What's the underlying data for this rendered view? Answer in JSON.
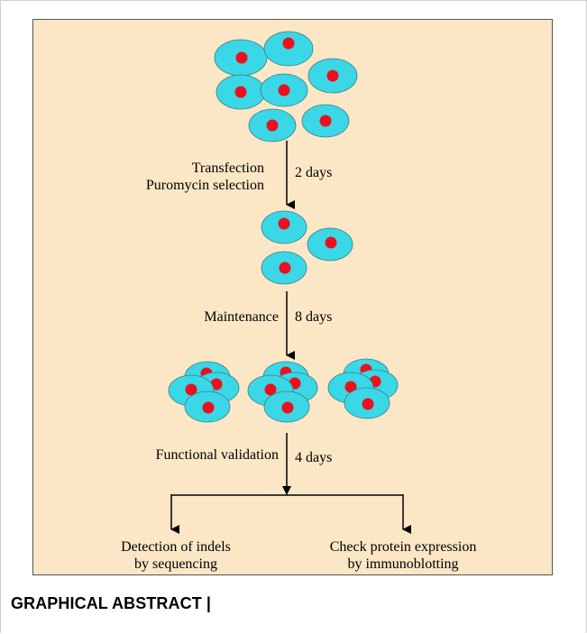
{
  "colors": {
    "panel_background": "#fbe6c6",
    "cell_fill": "#3ad7e6",
    "nucleus_fill": "#ee0f1e",
    "arrow": "#000000"
  },
  "steps": {
    "step1_label_line1": "Transfection",
    "step1_label_line2": "Puromycin selection",
    "step1_duration": "2 days",
    "step2_label": "Maintenance",
    "step2_duration": "8 days",
    "step3_label": "Functional validation",
    "step3_duration": "4 days"
  },
  "outcomes": {
    "left_line1": "Detection of indels",
    "left_line2": "by sequencing",
    "right_line1": "Check protein expression",
    "right_line2": "by immunoblotting"
  },
  "caption": "GRAPHICAL ABSTRACT |"
}
